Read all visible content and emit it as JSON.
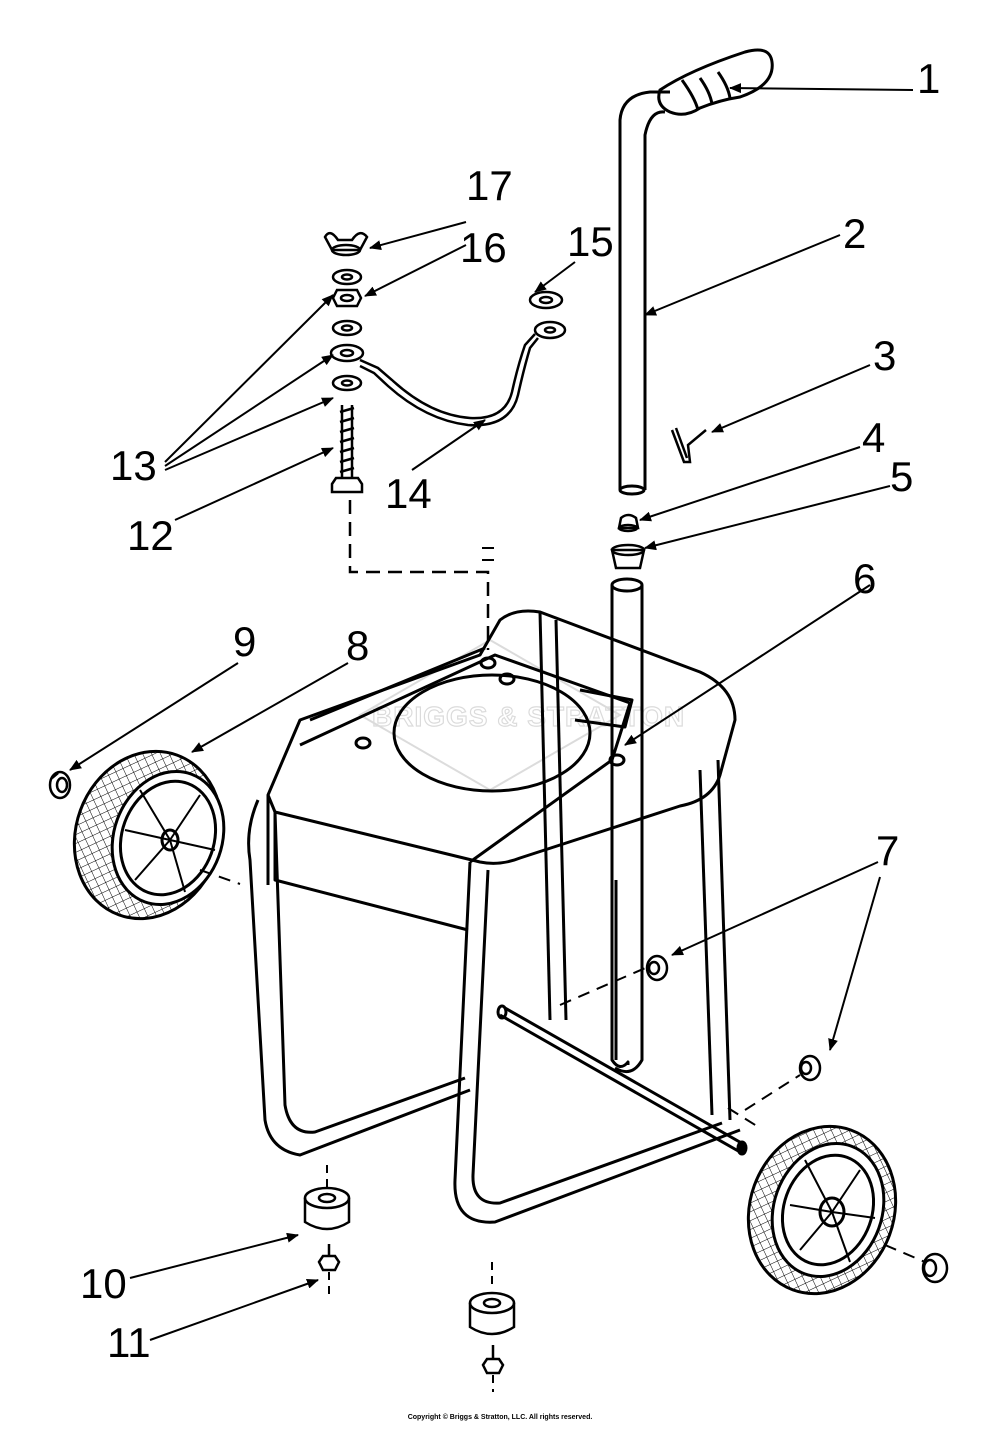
{
  "diagram": {
    "callouts": [
      {
        "num": "1",
        "part": "handle-grip"
      },
      {
        "num": "2",
        "part": "handle"
      },
      {
        "num": "3",
        "part": "hairpin-clip"
      },
      {
        "num": "4",
        "part": "cap"
      },
      {
        "num": "5",
        "part": "bushing"
      },
      {
        "num": "6",
        "part": "frame"
      },
      {
        "num": "7",
        "part": "wheel-cap"
      },
      {
        "num": "8",
        "part": "wheel"
      },
      {
        "num": "9",
        "part": "wheel-cap"
      },
      {
        "num": "10",
        "part": "vibration-mount"
      },
      {
        "num": "11",
        "part": "bolt"
      },
      {
        "num": "12",
        "part": "lag-bolt"
      },
      {
        "num": "13",
        "part": "washer"
      },
      {
        "num": "14",
        "part": "ground-wire"
      },
      {
        "num": "15",
        "part": "washer"
      },
      {
        "num": "16",
        "part": "nut"
      },
      {
        "num": "17",
        "part": "wing-nut"
      }
    ],
    "watermark": "BRIGGS & STRATTON",
    "copyright": "Copyright © Briggs & Stratton, LLC. All rights reserved."
  }
}
